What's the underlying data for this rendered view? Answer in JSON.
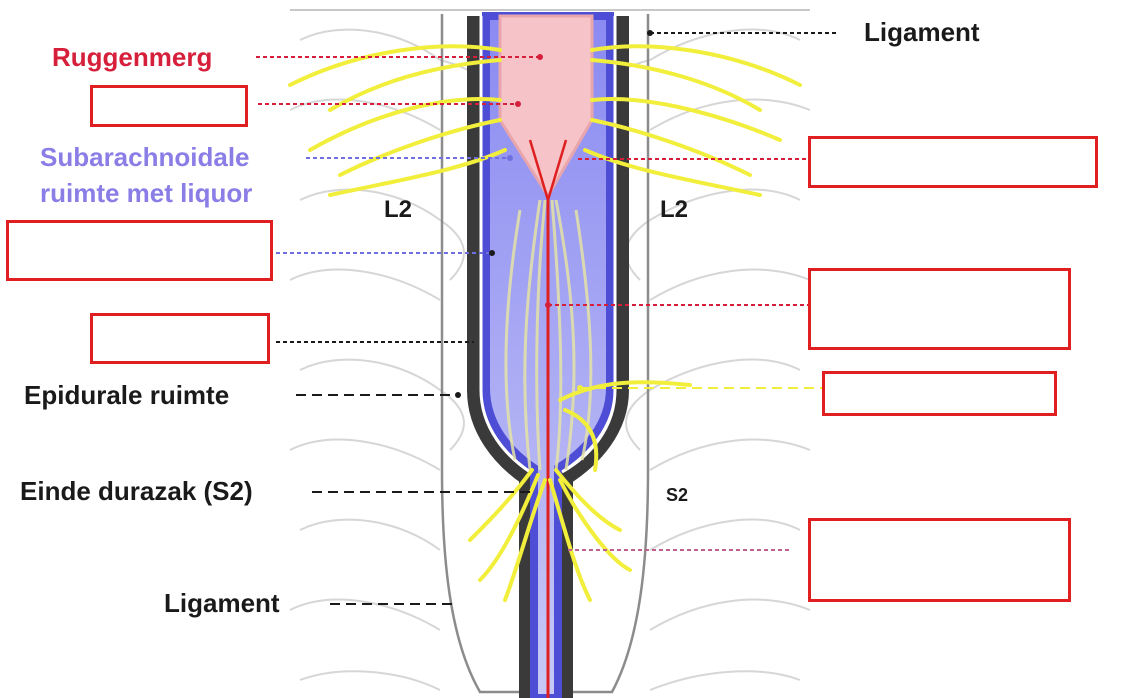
{
  "labels": {
    "ruggenmerg": "Ruggenmerg",
    "subarachnoidale_1": "Subarachnoidale",
    "subarachnoidale_2": "ruimte met liquor",
    "epidurale": "Epidurale ruimte",
    "einde_durazak": "Einde durazak (S2)",
    "ligament_bottom": "Ligament",
    "ligament_top": "Ligament",
    "l2_left": "L2",
    "l2_right": "L2",
    "s2": "S2"
  },
  "colors": {
    "red_label": "#d61f3a",
    "purple_label": "#8a7ee6",
    "box_border": "#e02020",
    "dura": "#3a3a3a",
    "csf": "#6f6fe0",
    "cord": "#f6c4c8",
    "nerve": "#f2ee3c"
  }
}
